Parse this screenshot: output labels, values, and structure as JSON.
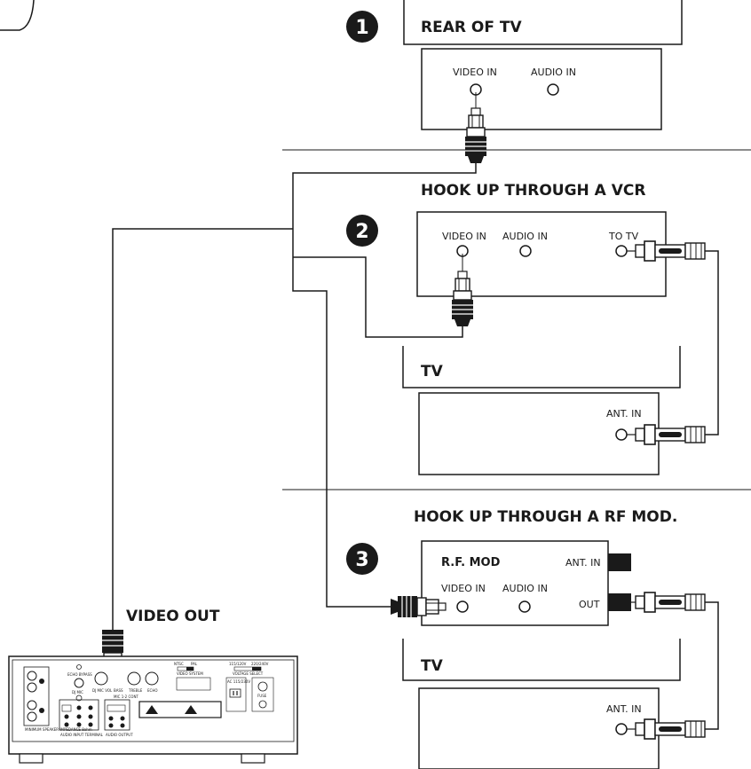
{
  "steps": [
    {
      "number": "1",
      "title": "REAR OF TV"
    },
    {
      "number": "2",
      "title": "HOOK UP THROUGH A VCR"
    },
    {
      "number": "3",
      "title": "HOOK UP THROUGH A RF MOD."
    }
  ],
  "rear_tv": {
    "video_in": "VIDEO IN",
    "audio_in": "AUDIO IN"
  },
  "vcr": {
    "video_in": "VIDEO IN",
    "audio_in": "AUDIO IN",
    "to_tv": "TO TV"
  },
  "tv_box_label": "TV",
  "ant_in": "ANT. IN",
  "rf_mod": {
    "title": "R.F. MOD",
    "ant_in": "ANT. IN",
    "video_in": "VIDEO IN",
    "audio_in": "AUDIO IN",
    "out": "OUT"
  },
  "video_out": "VIDEO OUT",
  "panel": {
    "echo_bypass": "ECHO BYPASS",
    "dj_mic": "DJ MIC",
    "dj_mic_vol": "DJ MIC VOL",
    "bass": "BASS",
    "treble": "TREBLE",
    "echo": "ECHO",
    "mic_cont": "MIC 1-2 CONT",
    "ntsc": "NTSC",
    "pal": "PAL",
    "video_system": "VIDEO SYSTEM",
    "voltage_select": "VOLTAGE SELECT",
    "v115": "115/120V",
    "v220": "220/240V",
    "ac_rating": "AC 115/230V",
    "fuse": "FUSE",
    "impedance": "MINIMUM SPEAKER IMPEDANCE 8ohm",
    "audio_input": "AUDIO INPUT TERMINAL",
    "audio_output": "AUDIO OUTPUT"
  }
}
